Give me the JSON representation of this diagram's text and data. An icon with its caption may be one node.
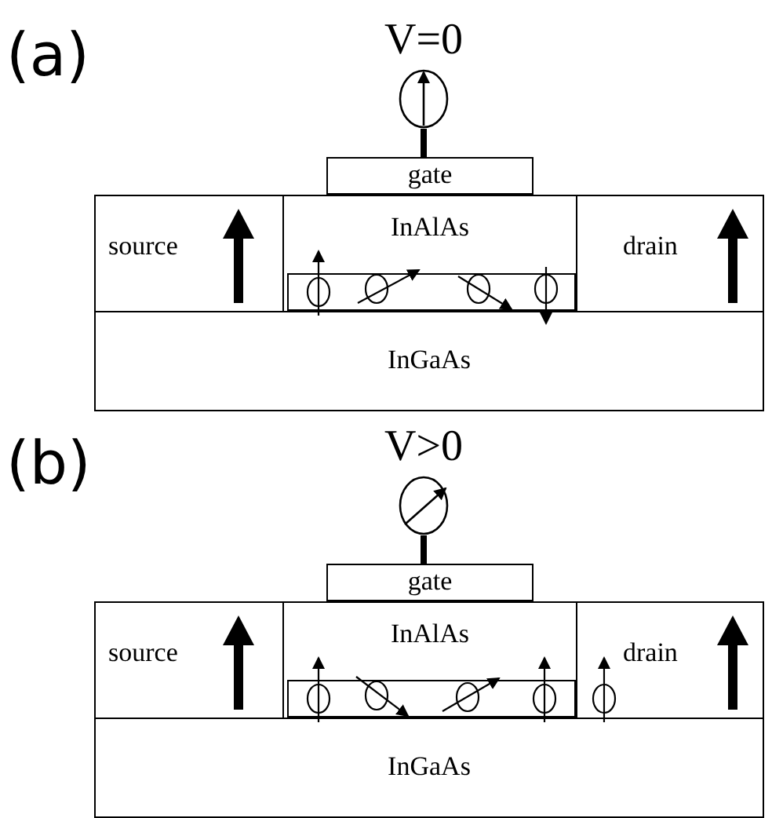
{
  "diagram": {
    "nodes": [
      {
        "text": [],
        "shape": "circle",
        "beside": [
          "V=0"
        ]
      },
      {
        "text": [
          "gate"
        ]
      },
      {
        "text": [
          "source"
        ]
      },
      {
        "text": [
          "InAlAs"
        ]
      },
      {
        "text": [
          "drain"
        ]
      },
      {
        "text": [
          "InGaAs"
        ]
      },
      {
        "text": [],
        "shape": "circle",
        "beside": [
          "V>0"
        ]
      },
      {
        "text": [
          "gate"
        ]
      },
      {
        "text": [
          "source"
        ]
      },
      {
        "text": [
          "InAlAs"
        ]
      },
      {
        "text": [
          "drain"
        ]
      },
      {
        "text": [
          "InGaAs"
        ]
      }
    ],
    "edges": [
      {
        "from": 0,
        "to": 1,
        "arrow": "none"
      },
      {
        "from": 6,
        "to": 7,
        "arrow": "none"
      }
    ],
    "labels": [
      "(a)",
      "(b)"
    ]
  }
}
